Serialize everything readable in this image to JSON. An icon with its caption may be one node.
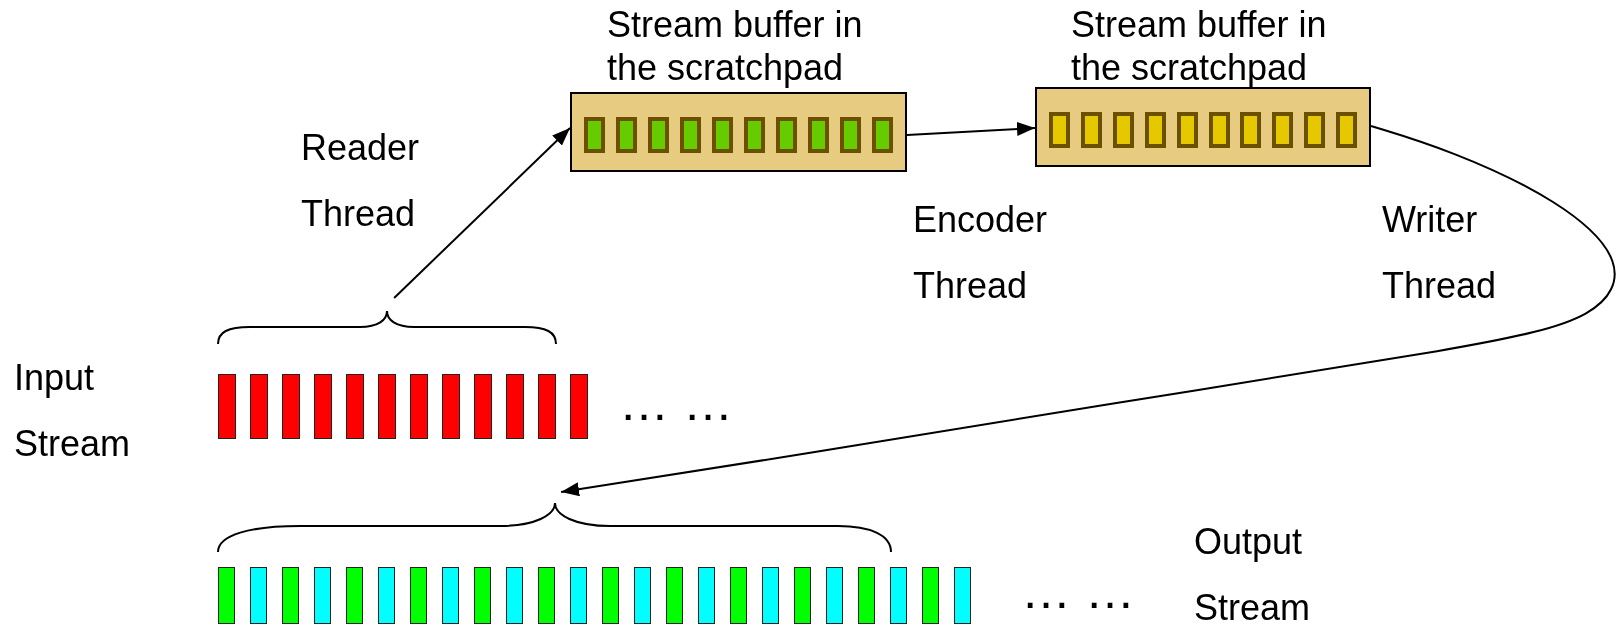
{
  "diagram": {
    "nodes": [
      {
        "text": [
          "Stream buffer in the scratchpad"
        ]
      },
      {
        "text": [
          "Stream buffer in the scratchpad"
        ]
      },
      {
        "text": [],
        "shape": "bar",
        "beside": [
          "Input Stream",
          "… …"
        ]
      },
      {
        "text": [],
        "shape": "bar",
        "beside": [
          "… …",
          "Output Stream"
        ]
      }
    ],
    "edges": [
      {
        "from": 2,
        "to": 0,
        "arrow": "to",
        "label": "Reader Thread"
      },
      {
        "from": 0,
        "to": 1,
        "arrow": "to",
        "label": "Encoder Thread"
      },
      {
        "from": 1,
        "to": 3,
        "arrow": "to",
        "label": "Writer Thread"
      }
    ]
  }
}
